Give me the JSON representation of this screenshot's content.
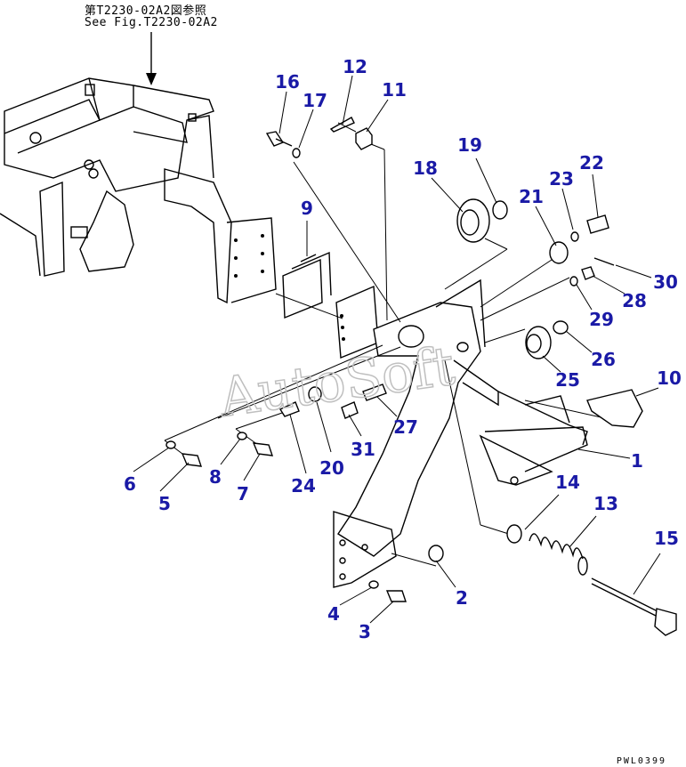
{
  "reference": {
    "japanese": "第T2230-02A2図参照",
    "english": "See Fig.T2230-02A2"
  },
  "watermark": "AutoSoft",
  "drawing_code": "PWL0399",
  "callout_color": "#1a1aa6",
  "callouts": [
    {
      "id": "callout-1",
      "label": "1"
    },
    {
      "id": "callout-2",
      "label": "2"
    },
    {
      "id": "callout-3",
      "label": "3"
    },
    {
      "id": "callout-4",
      "label": "4"
    },
    {
      "id": "callout-5",
      "label": "5"
    },
    {
      "id": "callout-6",
      "label": "6"
    },
    {
      "id": "callout-7",
      "label": "7"
    },
    {
      "id": "callout-8",
      "label": "8"
    },
    {
      "id": "callout-9",
      "label": "9"
    },
    {
      "id": "callout-10",
      "label": "10"
    },
    {
      "id": "callout-11",
      "label": "11"
    },
    {
      "id": "callout-12",
      "label": "12"
    },
    {
      "id": "callout-13",
      "label": "13"
    },
    {
      "id": "callout-14",
      "label": "14"
    },
    {
      "id": "callout-15",
      "label": "15"
    },
    {
      "id": "callout-16",
      "label": "16"
    },
    {
      "id": "callout-17",
      "label": "17"
    },
    {
      "id": "callout-18",
      "label": "18"
    },
    {
      "id": "callout-19",
      "label": "19"
    },
    {
      "id": "callout-20",
      "label": "20"
    },
    {
      "id": "callout-21",
      "label": "21"
    },
    {
      "id": "callout-22",
      "label": "22"
    },
    {
      "id": "callout-23",
      "label": "23"
    },
    {
      "id": "callout-24",
      "label": "24"
    },
    {
      "id": "callout-25",
      "label": "25"
    },
    {
      "id": "callout-26",
      "label": "26"
    },
    {
      "id": "callout-27",
      "label": "27"
    },
    {
      "id": "callout-28",
      "label": "28"
    },
    {
      "id": "callout-29",
      "label": "29"
    },
    {
      "id": "callout-30",
      "label": "30"
    },
    {
      "id": "callout-31",
      "label": "31"
    }
  ]
}
